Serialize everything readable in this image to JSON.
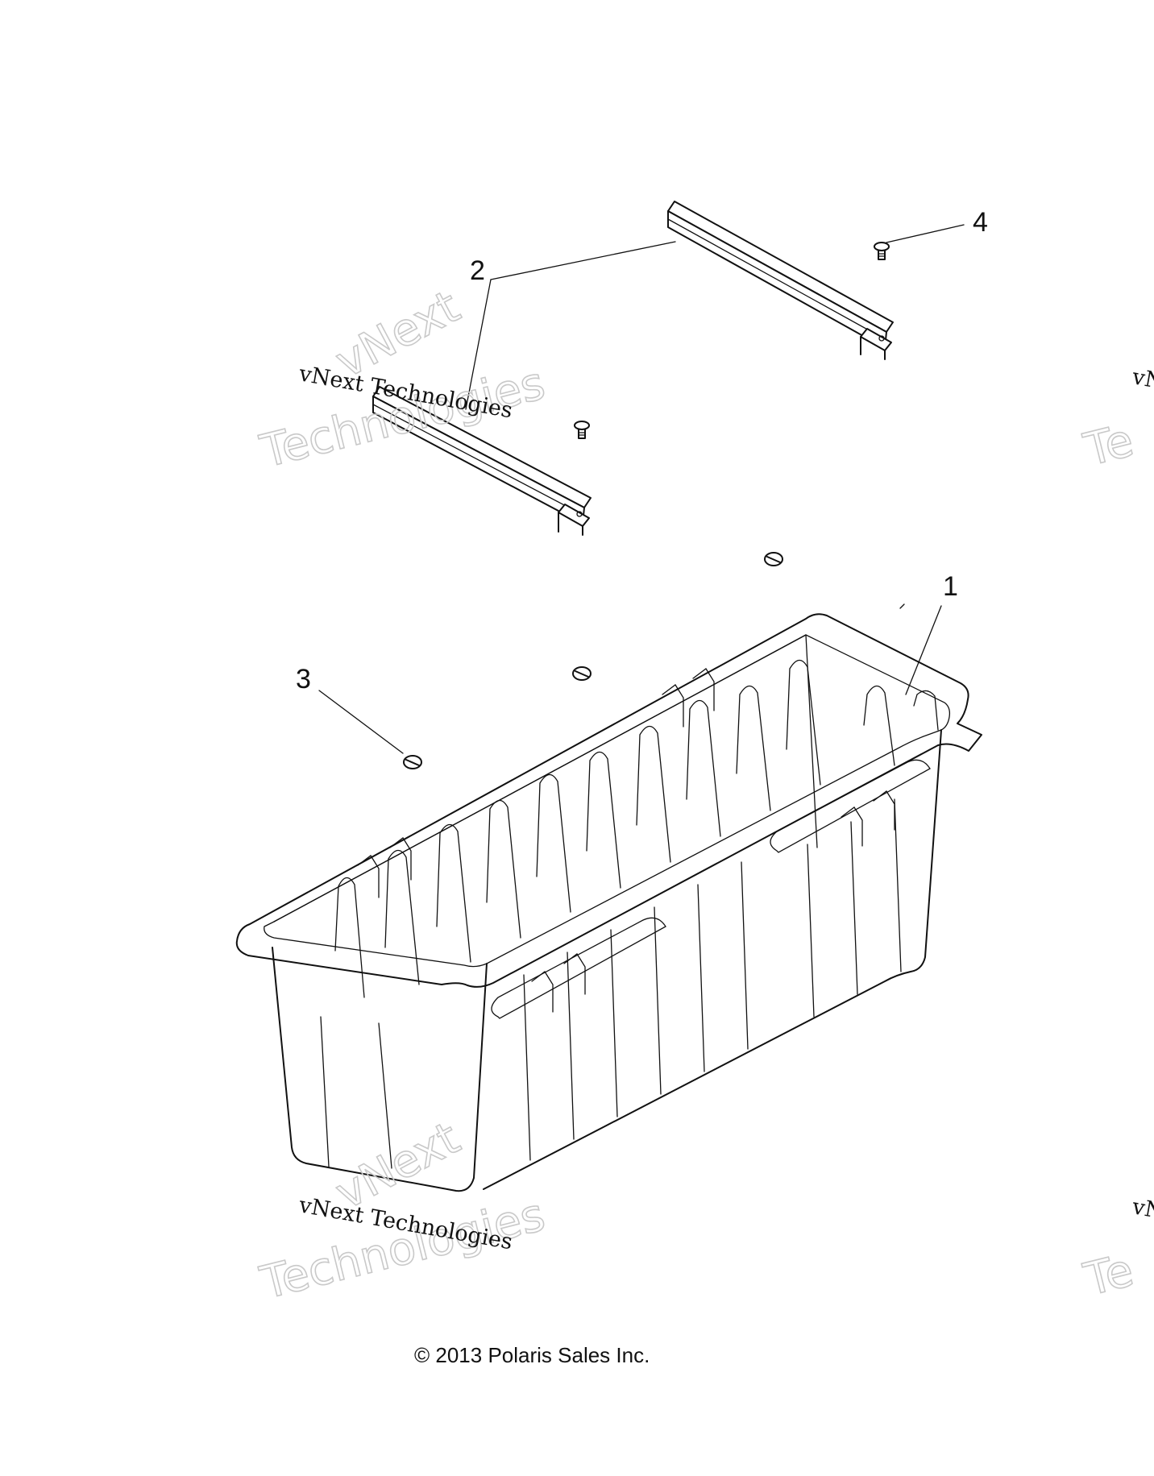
{
  "callouts": [
    {
      "id": "1",
      "label": "1"
    },
    {
      "id": "2",
      "label": "2"
    },
    {
      "id": "3",
      "label": "3"
    },
    {
      "id": "4",
      "label": "4"
    }
  ],
  "watermark": {
    "text_serif": "vNext Technologies",
    "text_word1": "vNext",
    "text_word2": "Technologies",
    "partial_serif": "vN",
    "partial_outline": "Te"
  },
  "copyright": "© 2013 Polaris Sales Inc.",
  "colors": {
    "line": "#111111",
    "watermark_outline": "#c9c9c9",
    "background": "#ffffff"
  }
}
